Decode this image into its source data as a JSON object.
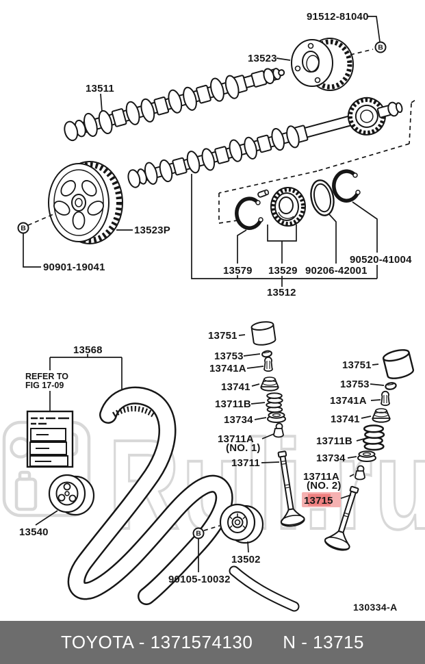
{
  "watermark": {
    "text": "Ruli.ru"
  },
  "bolt_symbol": "B",
  "camshaft_section": {
    "bolt_top": "91512-81040",
    "cam_gear": "13523",
    "camshaft": "13511",
    "pulley": "13523P",
    "pulley_bolt": "90901-19041",
    "snap_ring_front": "13579",
    "sub_gear": "13529",
    "oring": "90206-42001",
    "snap_ring_rear": "90520-41004",
    "gear_assembly": "13512"
  },
  "belt_section": {
    "belt": "13568",
    "refer_line1": "REFER TO",
    "refer_line2": "FIG 17-09",
    "idler": "13540",
    "tensioner": "13502",
    "tensioner_bolt": "90105-10032"
  },
  "valve_left": {
    "lifter": "13751",
    "pad": "13753",
    "lock": "13741A",
    "retainer": "13741",
    "spring": "13711B",
    "seat": "13734",
    "cap": "13711A",
    "cap_no": "(NO. 1)",
    "valve": "13711"
  },
  "valve_right": {
    "lifter": "13751",
    "pad": "13753",
    "lock": "13741A",
    "retainer": "13741",
    "spring": "13711B",
    "seat": "13734",
    "cap": "13711A",
    "cap_no": "(NO. 2)",
    "valve": "13715"
  },
  "highlight": {
    "fill_outer": "#f5b1b1",
    "fill_inner": "#ee8080",
    "text_color": "#8a2424"
  },
  "figure_code": "130334-A",
  "footer": {
    "left": "TOYOTA - 1371574130",
    "right": "N - 13715",
    "bar_color": "#6d6d6d"
  }
}
